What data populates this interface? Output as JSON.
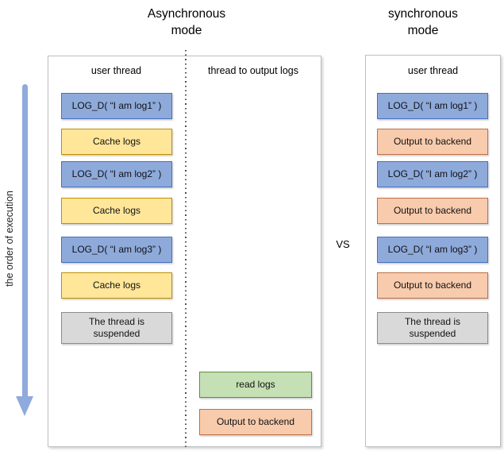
{
  "diagram": {
    "left_title": {
      "line1": "Asynchronous",
      "line2": "mode"
    },
    "right_title": {
      "line1": "synchronous",
      "line2": "mode"
    },
    "vs_label": "VS",
    "execution_axis_label": "the order of execution",
    "async_panel": {
      "user_thread": {
        "header": "user thread",
        "boxes": [
          {
            "type": "log",
            "label": "LOG_D( “I am log1” )"
          },
          {
            "type": "cache",
            "label": "Cache logs"
          },
          {
            "type": "log",
            "label": "LOG_D( “I am log2” )"
          },
          {
            "type": "cache",
            "label": "Cache logs"
          },
          {
            "type": "log",
            "label": "LOG_D( “I am log3” )"
          },
          {
            "type": "cache",
            "label": "Cache logs"
          },
          {
            "type": "suspended",
            "label": "The thread is suspended"
          }
        ]
      },
      "output_thread": {
        "header": "thread to output logs",
        "boxes": [
          {
            "type": "read",
            "label": "read logs"
          },
          {
            "type": "output",
            "label": "Output to backend"
          }
        ]
      }
    },
    "sync_panel": {
      "user_thread": {
        "header": "user thread",
        "boxes": [
          {
            "type": "log",
            "label": "LOG_D( “I am log1” )"
          },
          {
            "type": "output",
            "label": "Output to backend"
          },
          {
            "type": "log",
            "label": "LOG_D( “I am log2” )"
          },
          {
            "type": "output",
            "label": "Output to backend"
          },
          {
            "type": "log",
            "label": "LOG_D( “I am log3” )"
          },
          {
            "type": "output",
            "label": "Output to backend"
          },
          {
            "type": "suspended",
            "label": "The thread is suspended"
          }
        ]
      }
    }
  },
  "colors": {
    "log": {
      "fill": "#8eaadb",
      "border": "#4472c4"
    },
    "cache": {
      "fill": "#ffe699",
      "border": "#bf9000"
    },
    "output": {
      "fill": "#f8cbad",
      "border": "#c07048"
    },
    "read": {
      "fill": "#c5e0b4",
      "border": "#5e8f41"
    },
    "suspended": {
      "fill": "#d9d9d9",
      "border": "#8c8c8c"
    },
    "arrow": "#8faadc",
    "panel_border": "#bfbfbf"
  }
}
